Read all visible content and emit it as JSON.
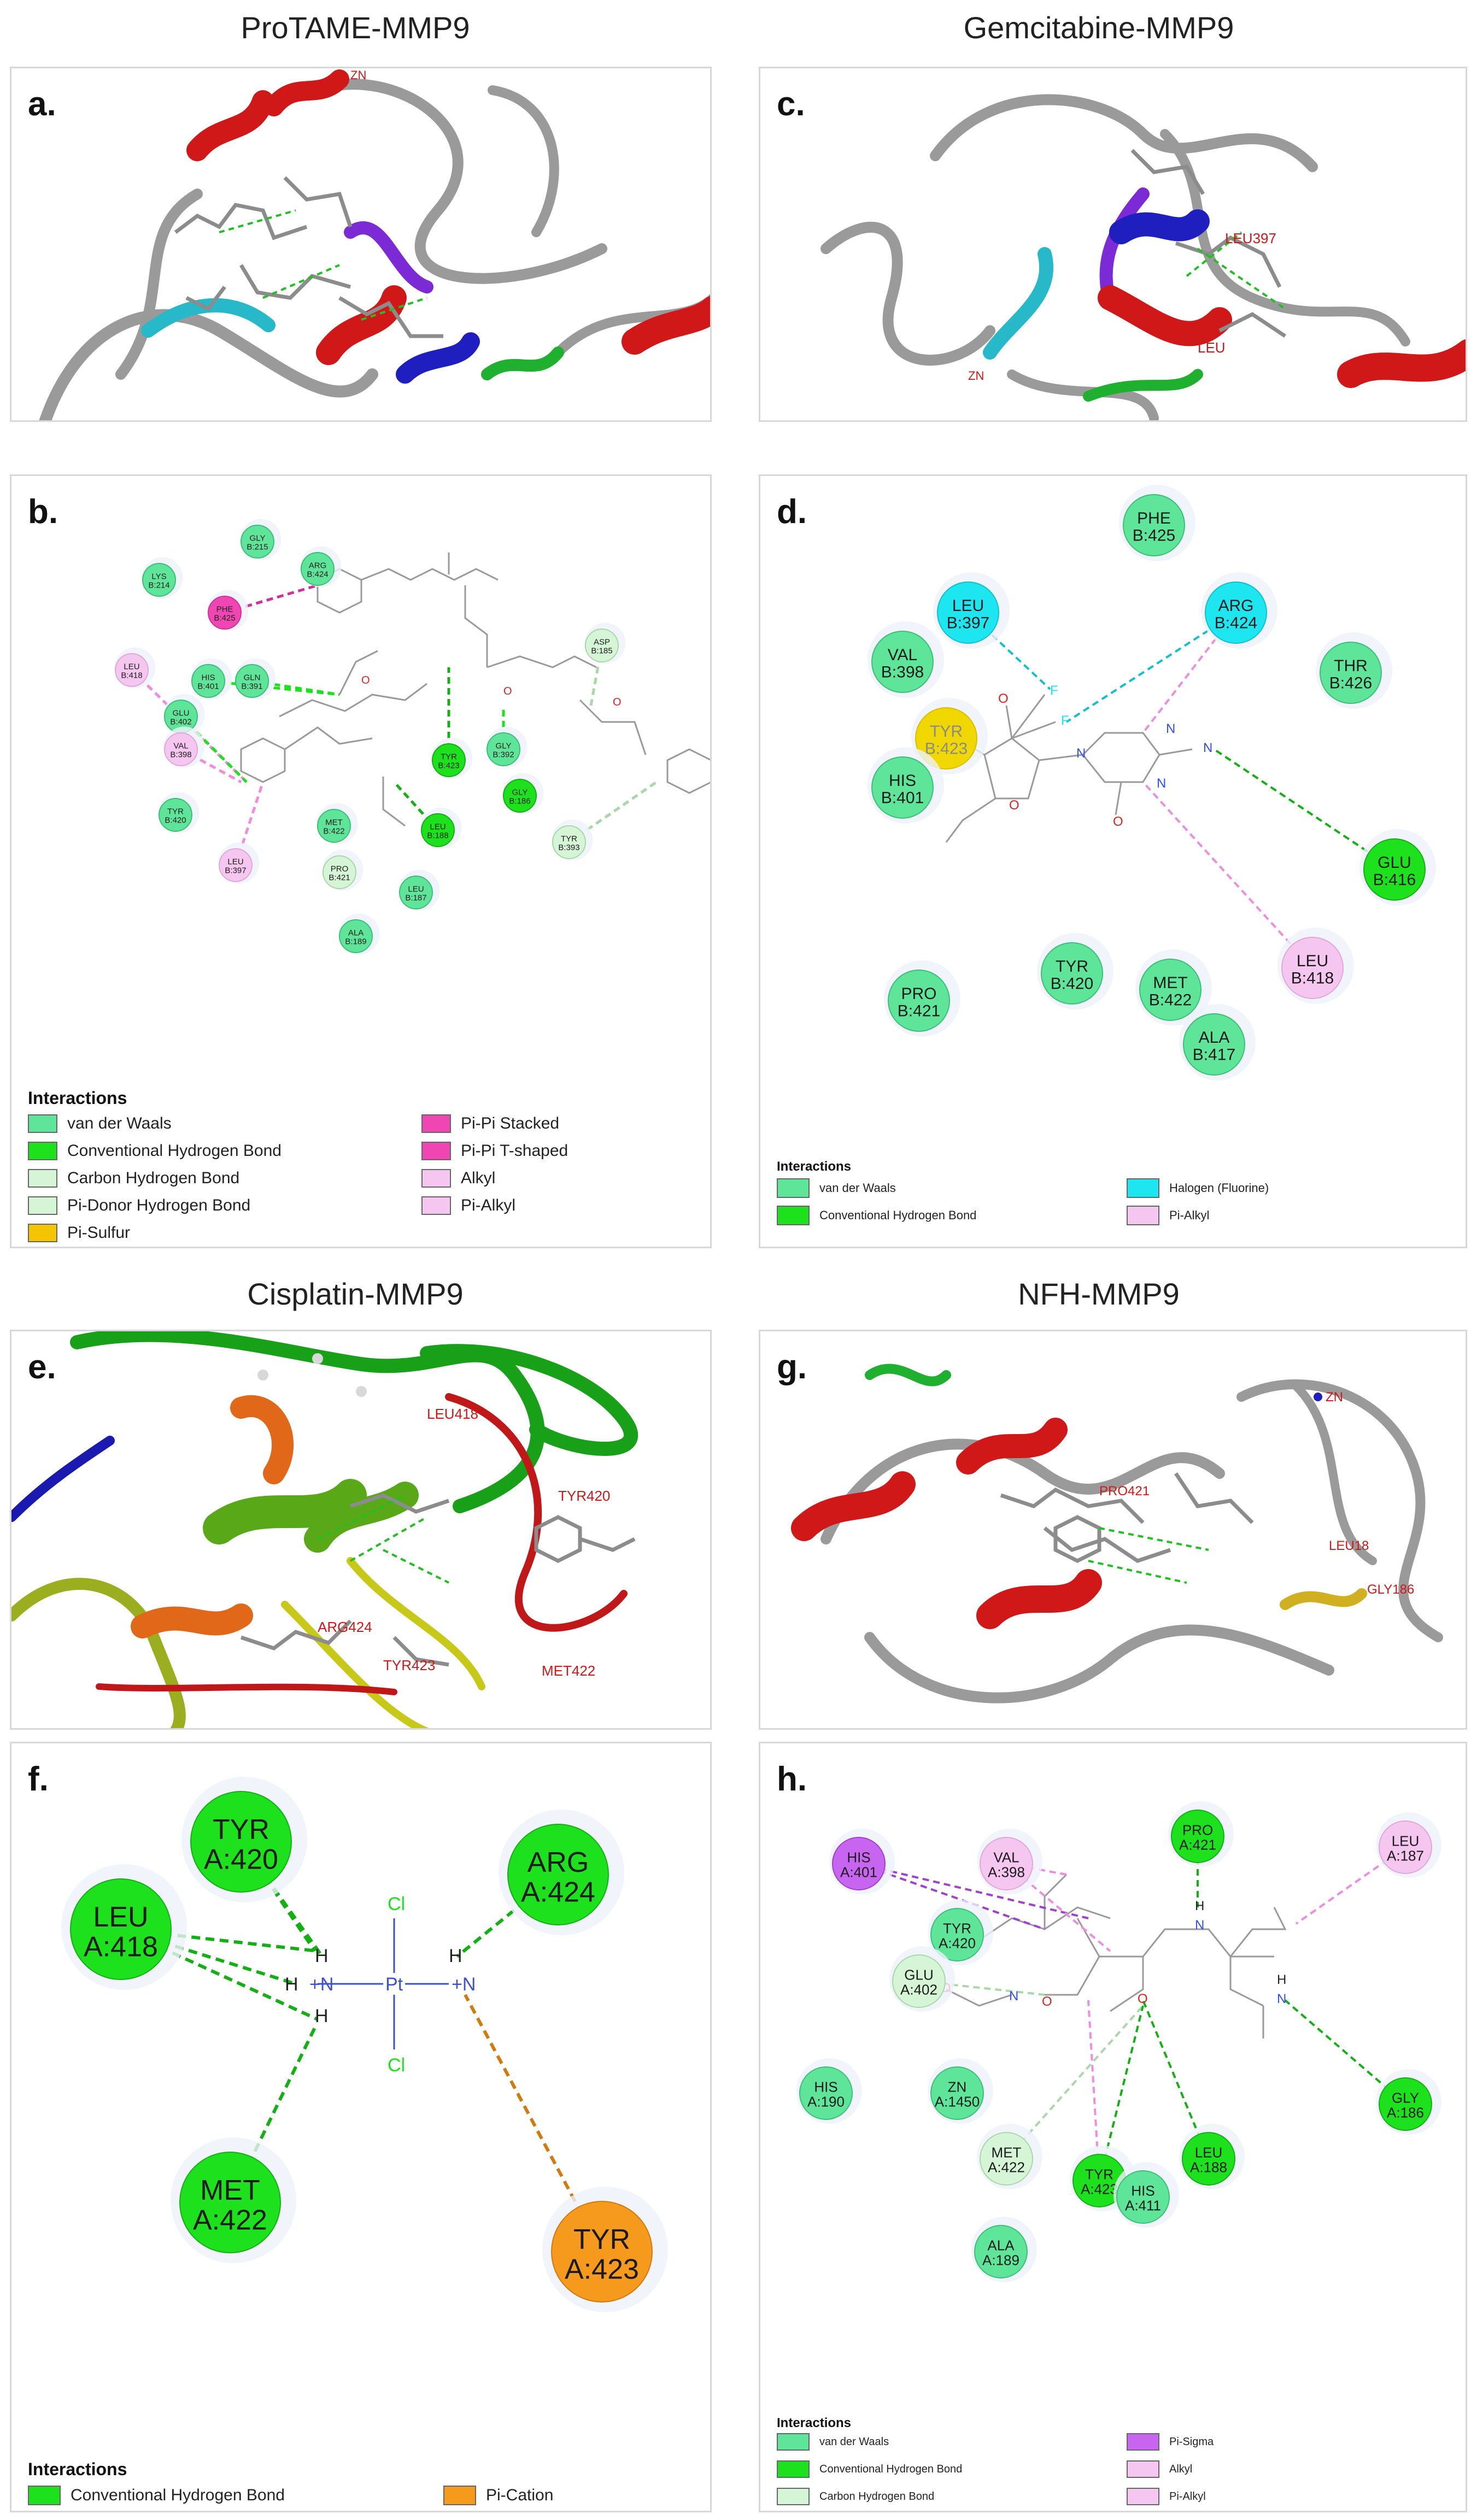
{
  "titles": {
    "a": "ProTAME-MMP9",
    "c": "Gemcitabine-MMP9",
    "e": "Cisplatin-MMP9",
    "g": "NFH-MMP9"
  },
  "letters": {
    "a": "a.",
    "b": "b.",
    "c": "c.",
    "d": "d.",
    "e": "e.",
    "f": "f.",
    "g": "g.",
    "h": "h."
  },
  "colors": {
    "vdw": "#5ee59a",
    "conv_hbond": "#1de11d",
    "carbon_hbond": "#d6f5d6",
    "pi_donor": "#d6f5d6",
    "pi_sulfur": "#f5c400",
    "pi_pi_stacked": "#f046b4",
    "pi_pi_tshaped": "#f046b4",
    "alkyl": "#f5c6f0",
    "pi_alkyl": "#f5c6f0",
    "halogen": "#1de6f0",
    "pi_cation": "#f59a1d",
    "pi_sigma": "#c764f0",
    "pi_sulfur_ligand": "#f0d700"
  },
  "structure_labels": {
    "a": [
      "ZN"
    ],
    "c": [
      "LEU397",
      "LEU",
      "ZN"
    ],
    "e": [
      "LEU418",
      "TYR420",
      "ARG424",
      "TYR423",
      "MET422"
    ],
    "g": [
      "ZN",
      "GLY186",
      "LEU18",
      "PRO421"
    ]
  },
  "panel_b": {
    "residues": [
      {
        "name": "LYS",
        "num": "B:214",
        "type": "vdw"
      },
      {
        "name": "GLY",
        "num": "B:215",
        "type": "vdw"
      },
      {
        "name": "ARG",
        "num": "B:424",
        "type": "vdw"
      },
      {
        "name": "PHE",
        "num": "B:425",
        "type": "pi_pi_stacked"
      },
      {
        "name": "LEU",
        "num": "B:418",
        "type": "alkyl"
      },
      {
        "name": "HIS",
        "num": "B:401",
        "type": "vdw"
      },
      {
        "name": "GLN",
        "num": "B:391",
        "type": "vdw"
      },
      {
        "name": "GLU",
        "num": "B:402",
        "type": "vdw"
      },
      {
        "name": "VAL",
        "num": "B:398",
        "type": "alkyl"
      },
      {
        "name": "TYR",
        "num": "B:420",
        "type": "vdw"
      },
      {
        "name": "MET",
        "num": "B:422",
        "type": "vdw"
      },
      {
        "name": "LEU",
        "num": "B:397",
        "type": "alkyl"
      },
      {
        "name": "PRO",
        "num": "B:421",
        "type": "carbon_hbond"
      },
      {
        "name": "LEU",
        "num": "B:187",
        "type": "vdw"
      },
      {
        "name": "ALA",
        "num": "B:189",
        "type": "vdw"
      },
      {
        "name": "TYR",
        "num": "B:423",
        "type": "conv_hbond"
      },
      {
        "name": "GLY",
        "num": "B:392",
        "type": "vdw"
      },
      {
        "name": "GLY",
        "num": "B:186",
        "type": "conv_hbond"
      },
      {
        "name": "LEU",
        "num": "B:188",
        "type": "conv_hbond"
      },
      {
        "name": "TYR",
        "num": "B:393",
        "type": "carbon_hbond"
      },
      {
        "name": "ASP",
        "num": "B:185",
        "type": "carbon_hbond"
      }
    ],
    "legend_title": "Interactions",
    "legend": [
      {
        "label": "van der Waals",
        "type": "vdw"
      },
      {
        "label": "Conventional Hydrogen Bond",
        "type": "conv_hbond"
      },
      {
        "label": "Carbon Hydrogen Bond",
        "type": "carbon_hbond"
      },
      {
        "label": "Pi-Donor Hydrogen Bond",
        "type": "pi_donor"
      },
      {
        "label": "Pi-Sulfur",
        "type": "pi_sulfur"
      },
      {
        "label": "Pi-Pi Stacked",
        "type": "pi_pi_stacked"
      },
      {
        "label": "Pi-Pi T-shaped",
        "type": "pi_pi_tshaped"
      },
      {
        "label": "Alkyl",
        "type": "alkyl"
      },
      {
        "label": "Pi-Alkyl",
        "type": "pi_alkyl"
      }
    ]
  },
  "panel_d": {
    "residues": [
      {
        "name": "PHE",
        "num": "B:425",
        "type": "vdw"
      },
      {
        "name": "LEU",
        "num": "B:397",
        "type": "halogen"
      },
      {
        "name": "ARG",
        "num": "B:424",
        "type": "halogen"
      },
      {
        "name": "VAL",
        "num": "B:398",
        "type": "vdw"
      },
      {
        "name": "THR",
        "num": "B:426",
        "type": "vdw"
      },
      {
        "name": "TYR",
        "num": "B:423",
        "type": "pi_sulfur_ligand"
      },
      {
        "name": "HIS",
        "num": "B:401",
        "type": "vdw"
      },
      {
        "name": "GLU",
        "num": "B:416",
        "type": "conv_hbond"
      },
      {
        "name": "PRO",
        "num": "B:421",
        "type": "vdw"
      },
      {
        "name": "TYR",
        "num": "B:420",
        "type": "vdw"
      },
      {
        "name": "MET",
        "num": "B:422",
        "type": "vdw"
      },
      {
        "name": "LEU",
        "num": "B:418",
        "type": "pi_alkyl"
      },
      {
        "name": "ALA",
        "num": "B:417",
        "type": "vdw"
      }
    ],
    "atoms": [
      "F",
      "F",
      "O",
      "O",
      "N",
      "N",
      "N",
      "O",
      "N"
    ],
    "legend_title": "Interactions",
    "legend": [
      {
        "label": "van der Waals",
        "type": "vdw"
      },
      {
        "label": "Conventional Hydrogen Bond",
        "type": "conv_hbond"
      },
      {
        "label": "Halogen (Fluorine)",
        "type": "halogen"
      },
      {
        "label": "Pi-Alkyl",
        "type": "pi_alkyl"
      }
    ]
  },
  "panel_f": {
    "residues": [
      {
        "name": "TYR",
        "num": "A:420",
        "type": "conv_hbond"
      },
      {
        "name": "ARG",
        "num": "A:424",
        "type": "conv_hbond"
      },
      {
        "name": "LEU",
        "num": "A:418",
        "type": "conv_hbond"
      },
      {
        "name": "MET",
        "num": "A:422",
        "type": "conv_hbond"
      },
      {
        "name": "TYR",
        "num": "A:423",
        "type": "pi_cation"
      }
    ],
    "atoms": {
      "cl1": "Cl",
      "cl2": "Cl",
      "pt": "Pt",
      "n1": "+N",
      "n2": "+N",
      "h1": "H",
      "h2": "H",
      "h3": "H",
      "h4": "H"
    },
    "legend_title": "Interactions",
    "legend": [
      {
        "label": "Conventional Hydrogen Bond",
        "type": "conv_hbond"
      },
      {
        "label": "Pi-Cation",
        "type": "pi_cation"
      }
    ]
  },
  "panel_h": {
    "residues": [
      {
        "name": "HIS",
        "num": "A:401",
        "type": "pi_sigma"
      },
      {
        "name": "VAL",
        "num": "A:398",
        "type": "alkyl"
      },
      {
        "name": "PRO",
        "num": "A:421",
        "type": "conv_hbond"
      },
      {
        "name": "LEU",
        "num": "A:187",
        "type": "alkyl"
      },
      {
        "name": "TYR",
        "num": "A:420",
        "type": "vdw"
      },
      {
        "name": "GLU",
        "num": "A:402",
        "type": "carbon_hbond"
      },
      {
        "name": "HIS",
        "num": "A:190",
        "type": "vdw"
      },
      {
        "name": "ZN",
        "num": "A:1450",
        "type": "vdw"
      },
      {
        "name": "MET",
        "num": "A:422",
        "type": "carbon_hbond"
      },
      {
        "name": "LEU",
        "num": "A:188",
        "type": "conv_hbond"
      },
      {
        "name": "TYR",
        "num": "A:423",
        "type": "conv_hbond"
      },
      {
        "name": "HIS",
        "num": "A:411",
        "type": "vdw"
      },
      {
        "name": "GLY",
        "num": "A:186",
        "type": "conv_hbond"
      },
      {
        "name": "ALA",
        "num": "A:189",
        "type": "vdw"
      }
    ],
    "atoms": [
      "H",
      "N",
      "O",
      "N",
      "O",
      "O",
      "N",
      "H"
    ],
    "legend_title": "Interactions",
    "legend": [
      {
        "label": "van der Waals",
        "type": "vdw"
      },
      {
        "label": "Conventional Hydrogen Bond",
        "type": "conv_hbond"
      },
      {
        "label": "Carbon Hydrogen Bond",
        "type": "carbon_hbond"
      },
      {
        "label": "Pi-Sigma",
        "type": "pi_sigma"
      },
      {
        "label": "Alkyl",
        "type": "alkyl"
      },
      {
        "label": "Pi-Alkyl",
        "type": "pi_alkyl"
      }
    ]
  }
}
